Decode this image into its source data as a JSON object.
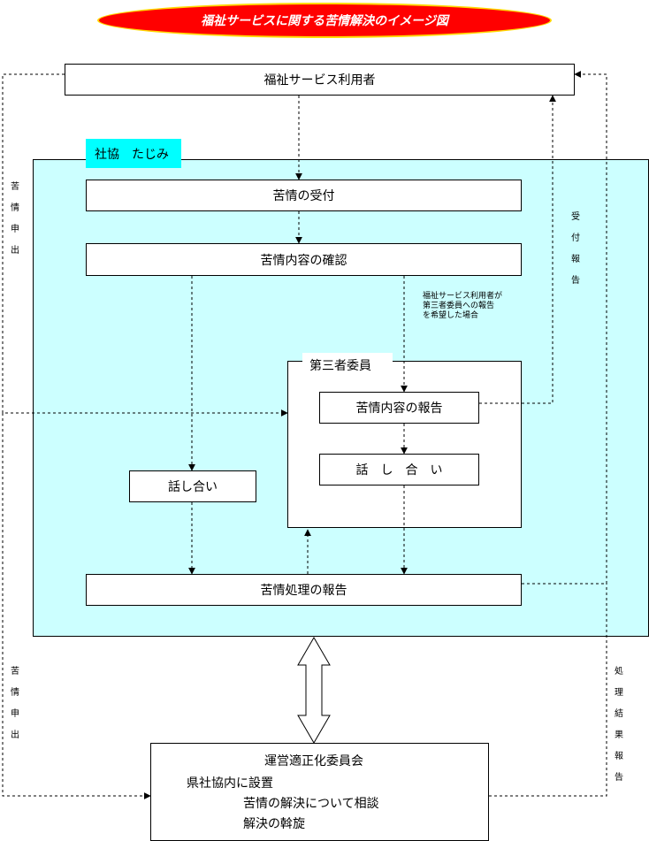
{
  "title": "福祉サービスに関する苦情解決のイメージ図",
  "user_box": "福祉サービス利用者",
  "org_label": "社協　たじみ",
  "reception": "苦情の受付",
  "confirmation": "苦情内容の確認",
  "condition_note": "福祉サービス利用者が\n第三者委員への報告\nを希望した場合",
  "third_party_label": "第三者委員",
  "third_report": "苦情内容の報告",
  "third_discuss": "話　し　合　い",
  "discuss": "話し合い",
  "result_report": "苦情処理の報告",
  "committee": {
    "name": "運営適正化委員会",
    "line1": "県社協内に設置",
    "line2": "苦情の解決について相談",
    "line3": "解決の斡旋"
  },
  "side_labels": {
    "complaint_top": "苦\n情\n申\n出",
    "complaint_bottom": "苦\n情\n申\n出",
    "receipt_report": "受\n付\n報\n告",
    "result_report_v": "処\n理\n結\n果\n報\n告"
  },
  "colors": {
    "title_fill": "#ff0000",
    "title_border": "#ffd800",
    "org_fill": "#ccffff",
    "org_label_fill": "#00ffff"
  }
}
